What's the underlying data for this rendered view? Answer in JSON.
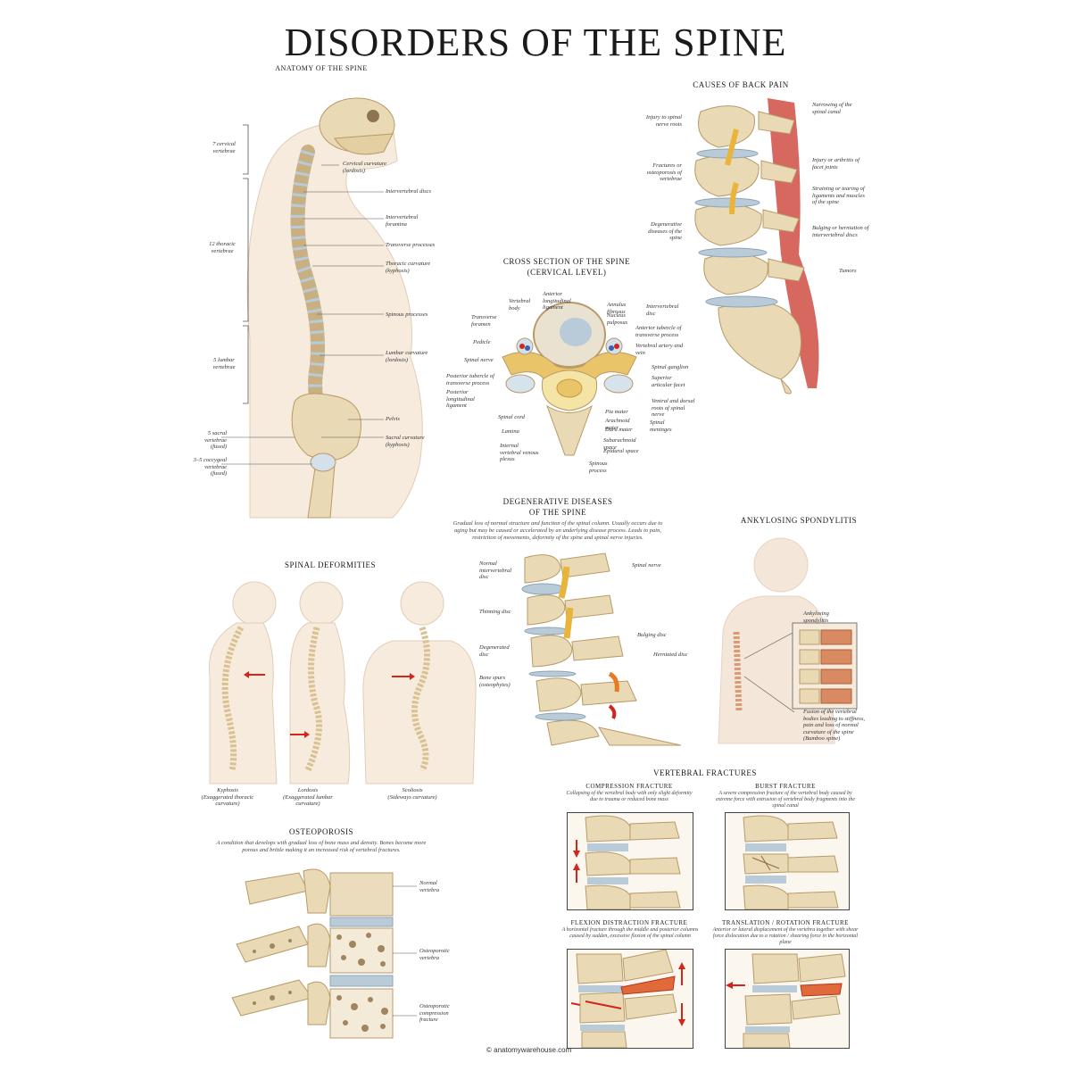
{
  "title": "DISORDERS OF THE SPINE",
  "anatomy": {
    "heading": "ANATOMY OF THE SPINE",
    "left_labels": [
      "7 cervical vertebrae",
      "12 thoracic vertebrae",
      "5 lumbar vertebrae",
      "5 sacral vertebrae (fused)",
      "3–5 coccygeal vertebrae (fused)"
    ],
    "right_labels": [
      "Cervical curvature (lordosis)",
      "Intervertebral discs",
      "Intervertebral foramina",
      "Transverse processes",
      "Thoracic curvature (kyphosis)",
      "Spinous processes",
      "Lumbar curvature (lordosis)",
      "Pelvis",
      "Sacral curvature (kyphosis)"
    ]
  },
  "back_pain": {
    "heading": "CAUSES OF BACK PAIN",
    "labels": [
      "Injury to spinal nerve roots",
      "Fractures or osteoporosis of vertebrae",
      "Degenerative diseases of the spine",
      "Narrowing of the spinal canal",
      "Injury or arthritis of facet joints",
      "Straining or tearing of ligaments and muscles of the spine",
      "Bulging or herniation of intervertebral discs",
      "Tumors"
    ]
  },
  "cross_section": {
    "heading": "CROSS SECTION OF THE SPINE",
    "subheading": "(CERVICAL LEVEL)",
    "labels": [
      "Vertebral body",
      "Anterior longitudinal ligament",
      "Annulus fibrosus",
      "Nucleus pulposus",
      "Intervertebral disc",
      "Transverse foramen",
      "Pedicle",
      "Spinal nerve",
      "Posterior tubercle of transverse process",
      "Posterior longitudinal ligament",
      "Anterior tubercle of transverse process",
      "Vertebral artery and vein",
      "Spinal ganglion",
      "Superior articular facet",
      "Ventral and dorsal roots of spinal nerve",
      "Spinal cord",
      "Lamina",
      "Internal vertebral venous plexus",
      "Pia mater",
      "Arachnoid mater",
      "Dura mater",
      "Spinal meninges",
      "Subarachnoid space",
      "Epidural space",
      "Spinous process"
    ]
  },
  "deformities": {
    "heading": "SPINAL DEFORMITIES",
    "items": [
      {
        "name": "Kyphosis",
        "desc": "(Exaggerated thoracic curvature)"
      },
      {
        "name": "Lordosis",
        "desc": "(Exaggerated lumbar curvature)"
      },
      {
        "name": "Scoliosis",
        "desc": "(Sideways curvature)"
      }
    ]
  },
  "degenerative": {
    "heading": "DEGENERATIVE DISEASES",
    "heading2": "OF THE SPINE",
    "desc": "Gradual loss of normal structure and function of the spinal column. Usually occurs due to aging but may be caused or accelerated by an underlying disease process. Leads to pain, restriction of movements, deformity of the spine and spinal nerve injuries.",
    "labels": [
      "Normal intervertebral disc",
      "Thinning disc",
      "Degenerated disc",
      "Bone spurs (osteophytes)",
      "Spinal nerve",
      "Bulging disc",
      "Herniated disc"
    ]
  },
  "ankylosing": {
    "heading": "ANKYLOSING SPONDYLITIS",
    "labels": [
      "Ankylosing spondylitis",
      "Fusion of the vertebral bodies leading to stiffness, pain and loss of normal curvature of the spine (Bamboo spine)"
    ]
  },
  "fractures": {
    "heading": "VERTEBRAL FRACTURES",
    "panels": [
      {
        "title": "COMPRESSION FRACTURE",
        "desc": "Collapsing of the vertebral body with only slight deformity due to trauma or reduced bone mass"
      },
      {
        "title": "BURST FRACTURE",
        "desc": "A severe compression fracture of the vertebral body caused by extreme force with extrusion of vertebral body fragments into the spinal canal"
      },
      {
        "title": "FLEXION DISTRACTION FRACTURE",
        "desc": "A horizontal fracture through the middle and posterior columns caused by sudden, excessive flexion of the spinal column"
      },
      {
        "title": "TRANSLATION / ROTATION FRACTURE",
        "desc": "Anterior or lateral displacement of the vertebra together with shear force dislocation due to a rotation / shearing force in the horizontal plane"
      }
    ]
  },
  "osteoporosis": {
    "heading": "OSTEOPOROSIS",
    "desc": "A condition that develops with gradual loss of bone mass and density. Bones become more porous and brittle making it an increased risk of vertebral fractures.",
    "labels": [
      "Normal vertebra",
      "Osteoporotic vertebra",
      "Osteoporotic compression fracture"
    ]
  },
  "footer": "© anatomywarehouse.com",
  "colors": {
    "bone": "#e9d9b4",
    "bone_dark": "#b89a68",
    "disc": "#b9cbd8",
    "skin": "#f5e7d8",
    "nerve": "#e8b53a",
    "red": "#d2261c"
  }
}
